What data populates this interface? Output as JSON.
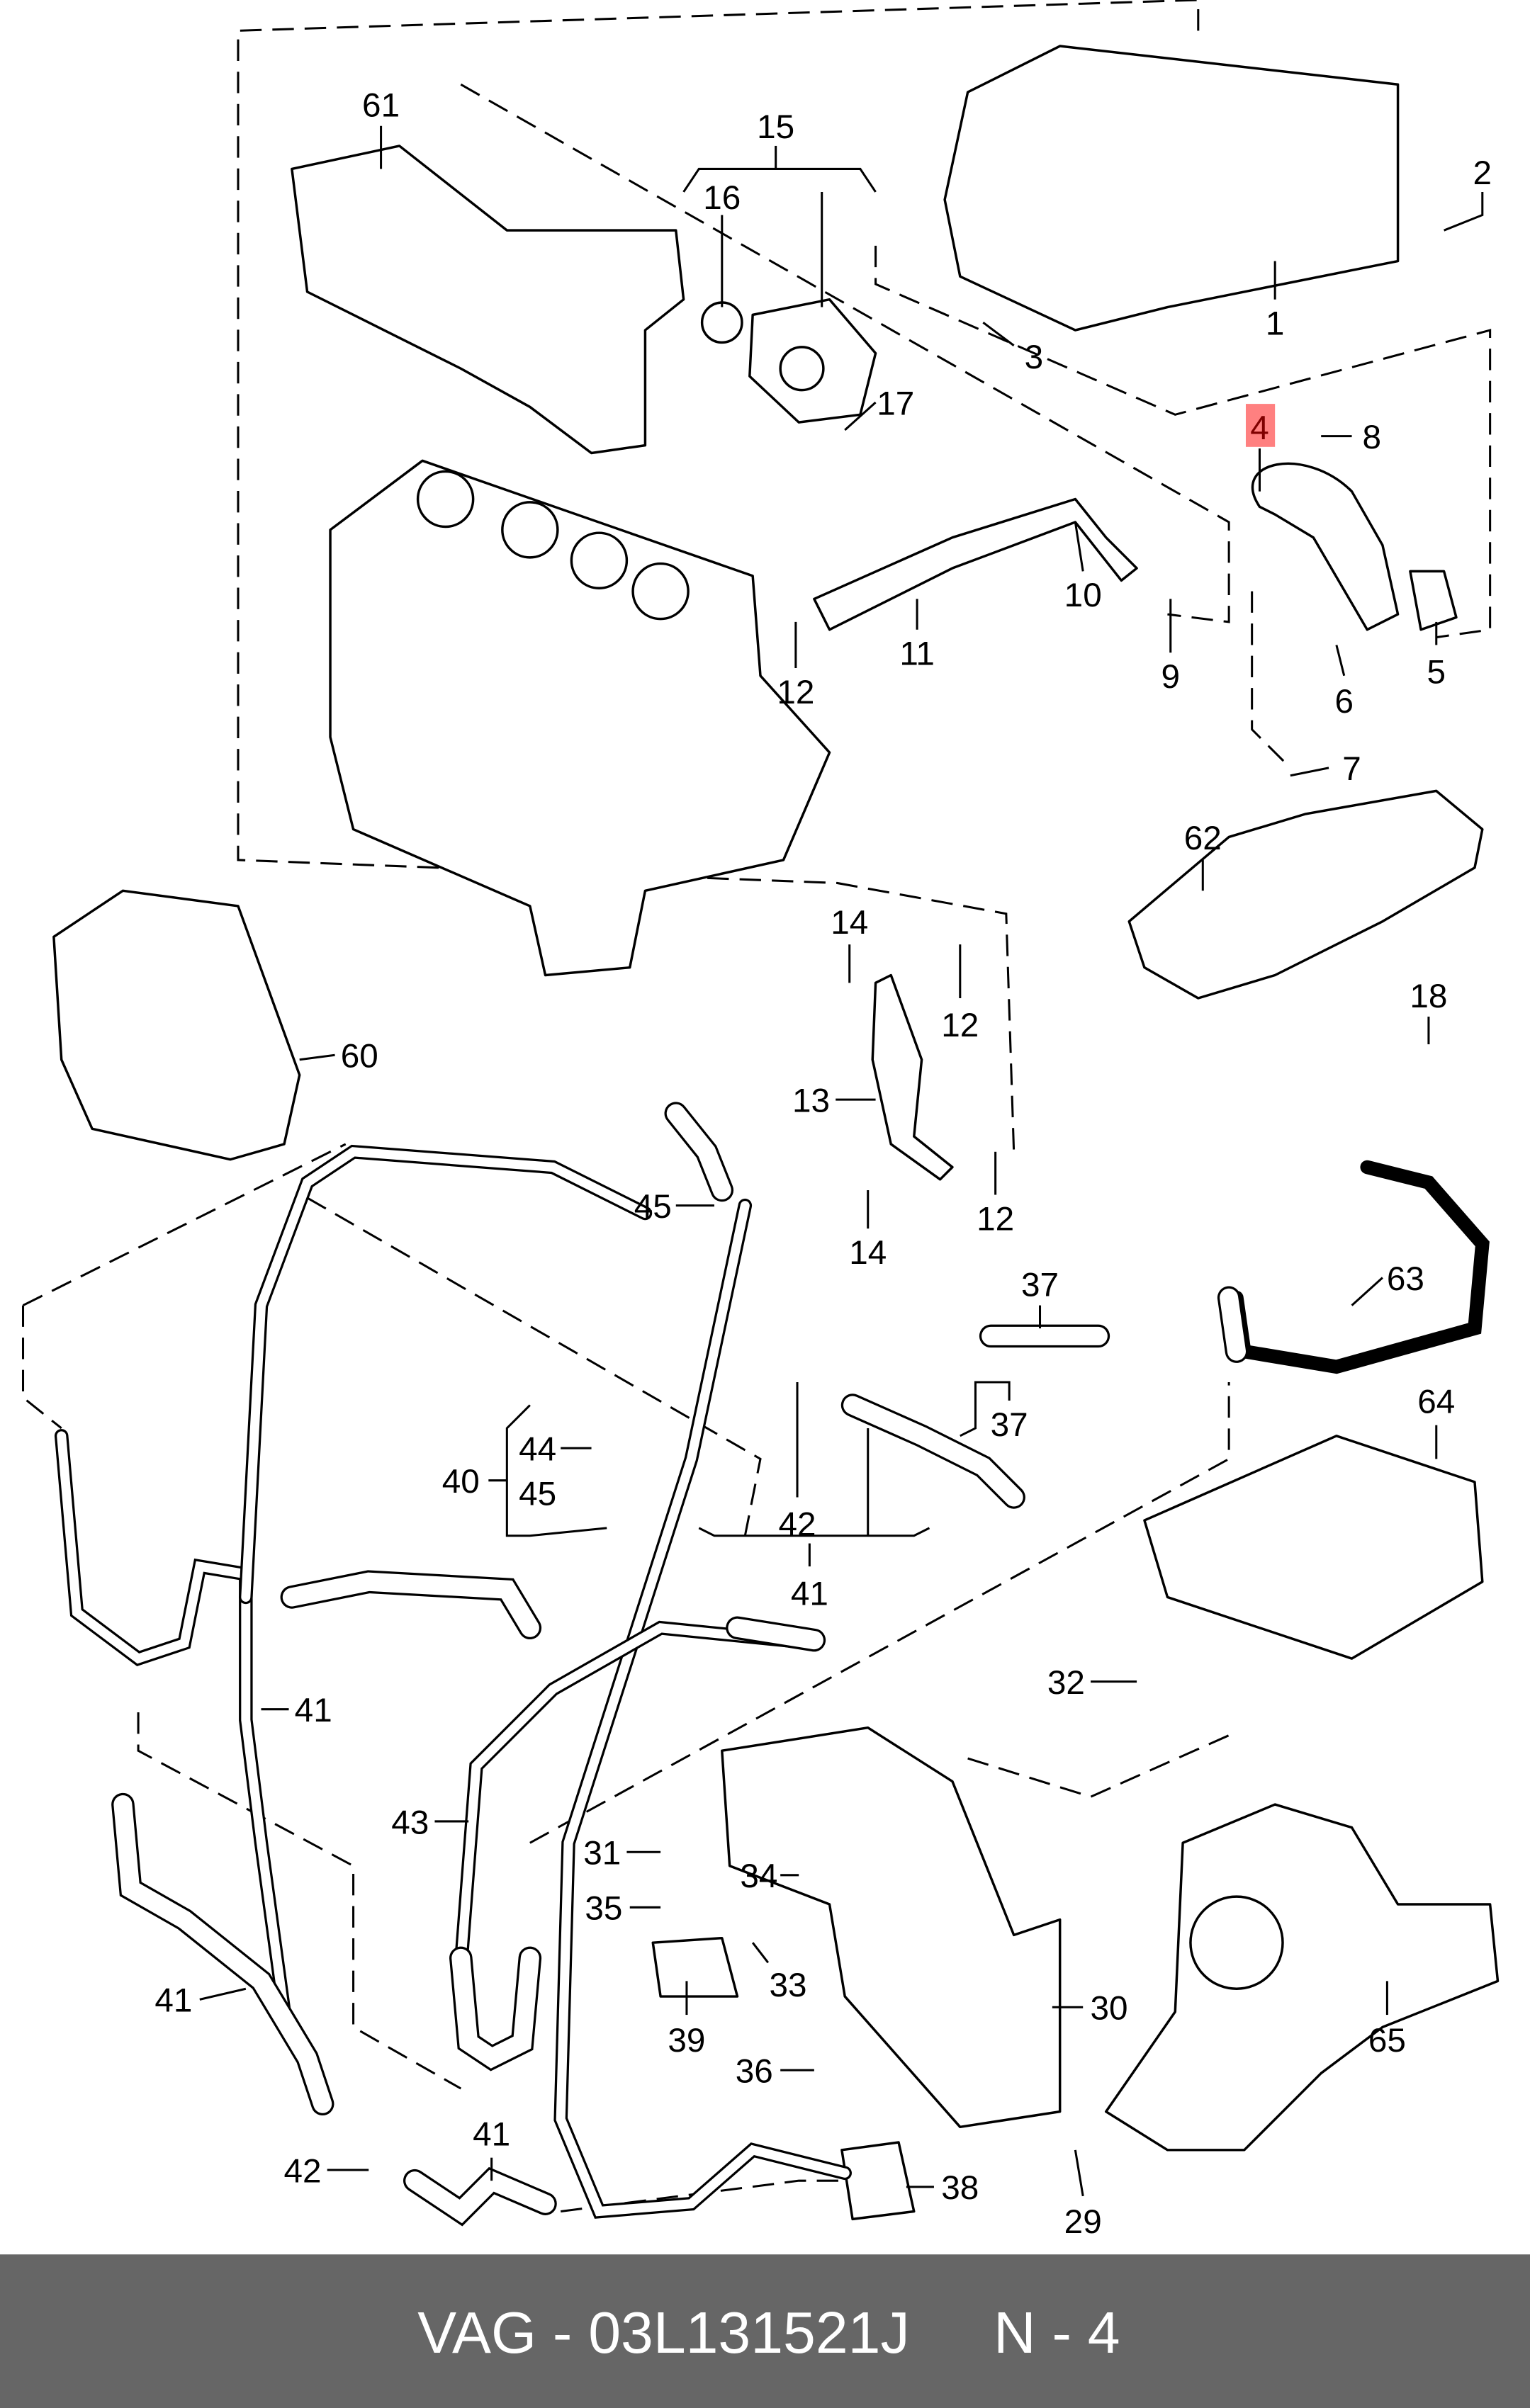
{
  "diagram": {
    "callouts": [
      {
        "label": "61"
      },
      {
        "label": "15"
      },
      {
        "label": "16"
      },
      {
        "label": "17"
      },
      {
        "label": "2"
      },
      {
        "label": "1"
      },
      {
        "label": "3"
      },
      {
        "label": "4",
        "highlighted": true
      },
      {
        "label": "8"
      },
      {
        "label": "10"
      },
      {
        "label": "9"
      },
      {
        "label": "11"
      },
      {
        "label": "12"
      },
      {
        "label": "5"
      },
      {
        "label": "6"
      },
      {
        "label": "7"
      },
      {
        "label": "62"
      },
      {
        "label": "14"
      },
      {
        "label": "12"
      },
      {
        "label": "60"
      },
      {
        "label": "18"
      },
      {
        "label": "13"
      },
      {
        "label": "45"
      },
      {
        "label": "14"
      },
      {
        "label": "12"
      },
      {
        "label": "63"
      },
      {
        "label": "37"
      },
      {
        "label": "37"
      },
      {
        "label": "64"
      },
      {
        "label": "44"
      },
      {
        "label": "40"
      },
      {
        "label": "45"
      },
      {
        "label": "42"
      },
      {
        "label": "41"
      },
      {
        "label": "41"
      },
      {
        "label": "32"
      },
      {
        "label": "43"
      },
      {
        "label": "31"
      },
      {
        "label": "34"
      },
      {
        "label": "35"
      },
      {
        "label": "33"
      },
      {
        "label": "41"
      },
      {
        "label": "30"
      },
      {
        "label": "39"
      },
      {
        "label": "65"
      },
      {
        "label": "36"
      },
      {
        "label": "42"
      },
      {
        "label": "41"
      },
      {
        "label": "38"
      },
      {
        "label": "29"
      }
    ],
    "highlight_color": "#ff8080"
  },
  "footer": {
    "part_number": "VAG - 03L131521J",
    "page": "N - 4",
    "background": "#666666"
  }
}
